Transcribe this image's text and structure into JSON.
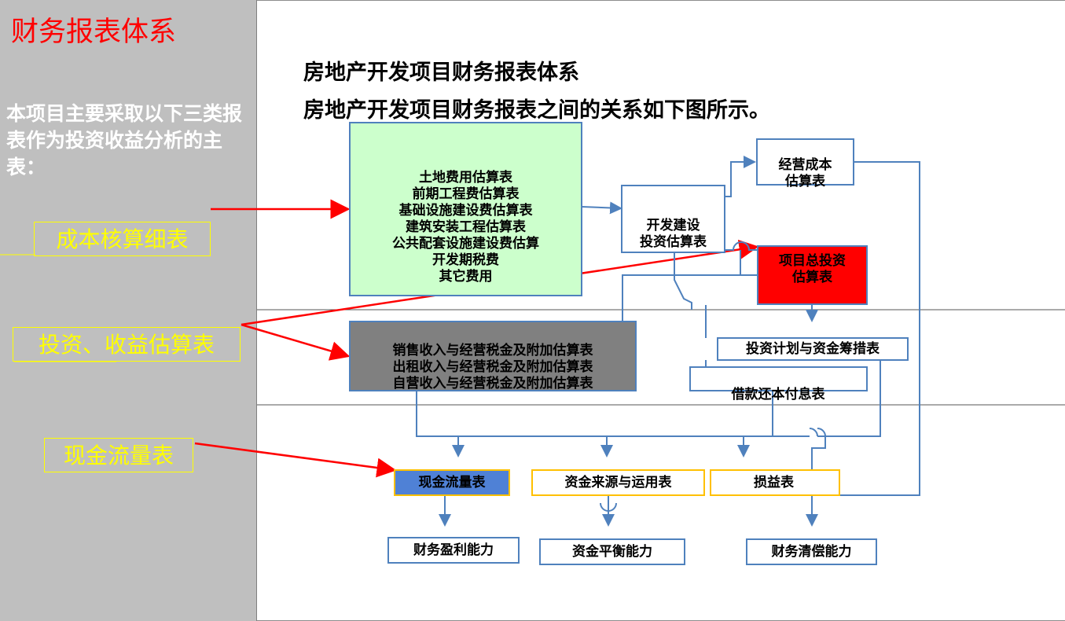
{
  "sidebar": {
    "title": "财务报表体系",
    "intro": "本项目主要采取以下三类报表作为投资收益分析的主表：",
    "labels": [
      "成本核算细表",
      "投资、收益估算表",
      "现金流量表"
    ]
  },
  "diagram": {
    "title_line1": "房地产开发项目财务报表体系",
    "title_line2": "房地产开发项目财务报表之间的关系如下图所示。",
    "cost_box": [
      "土地费用估算表",
      "前期工程费估算表",
      "基础设施建设费估算表",
      "建筑安装工程估算表",
      "公共配套设施建设费估算",
      "开发期税费",
      "其它费用"
    ],
    "dev_box": [
      "开发建设",
      "投资估算表"
    ],
    "opcost_box": [
      "经营成本",
      "估算表"
    ],
    "total_box": [
      "项目总投资",
      "估算表"
    ],
    "revenue_box": [
      "销售收入与经营税金及附加估算表",
      "出租收入与经营税金及附加估算表",
      "自营收入与经营税金及附加估算表"
    ],
    "plan_box": "投资计划与资金筹措表",
    "loan_box": "借款还本付息表",
    "cashflow_box": "现金流量表",
    "funds_box": "资金来源与运用表",
    "pl_box": "损益表",
    "profit_box": "财务盈利能力",
    "balance_box": "资金平衡能力",
    "solvency_box": "财务清偿能力"
  },
  "colors": {
    "accent_red": "#ff0000",
    "label_yellow": "#ffff00",
    "line_blue": "#4f81bd",
    "cost_fill": "#ccffcc",
    "revenue_fill": "#808080",
    "cashflow_fill": "#4f81d6",
    "report_border": "#ffc000"
  }
}
